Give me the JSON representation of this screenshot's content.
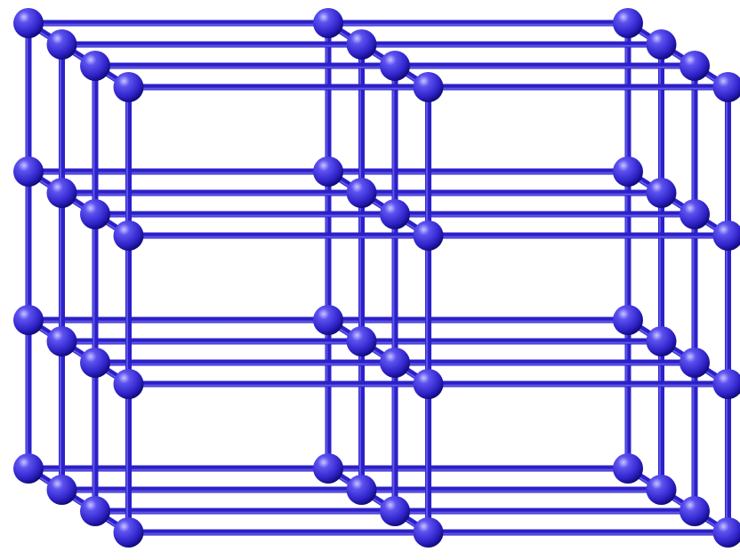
{
  "figure": {
    "title": "",
    "description_visible_text": "",
    "background_color": "#ffffff",
    "atom_color": "#3a2fd6",
    "atom_highlight_color": "#b8b2ff",
    "atom_shadow_color": "#0c0770",
    "bond_color": "#2b20c8",
    "bond_highlight_color": "#8c84ff",
    "icon": "ball-and-stick-lattice-icon"
  },
  "lattice": {
    "type": "simple cubic ball-and-stick lattice",
    "atoms_per_edge": {
      "horizontal": 3,
      "vertical": 4,
      "depth": 4
    },
    "total_atoms": 48
  }
}
